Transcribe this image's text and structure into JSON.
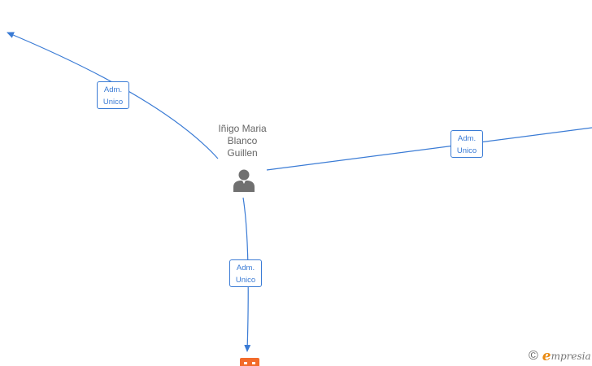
{
  "center_person": {
    "name_lines": [
      "Iñigo Maria",
      "Blanco",
      "Guillen"
    ],
    "icon": "person-icon"
  },
  "relations": [
    {
      "id": "top-left",
      "role_line1": "Adm.",
      "role_line2": "Unico"
    },
    {
      "id": "right",
      "role_line1": "Adm.",
      "role_line2": "Unico"
    },
    {
      "id": "bottom",
      "role_line1": "Adm.",
      "role_line2": "Unico"
    }
  ],
  "company_node": {
    "icon": "building-icon",
    "color": "#f26b2b"
  },
  "branding": {
    "copyright_symbol": "©",
    "logo_initial": "e",
    "logo_rest": "mpresia"
  },
  "colors": {
    "edge": "#3a7bd5",
    "text": "#666666",
    "brand_accent": "#e98a12"
  }
}
